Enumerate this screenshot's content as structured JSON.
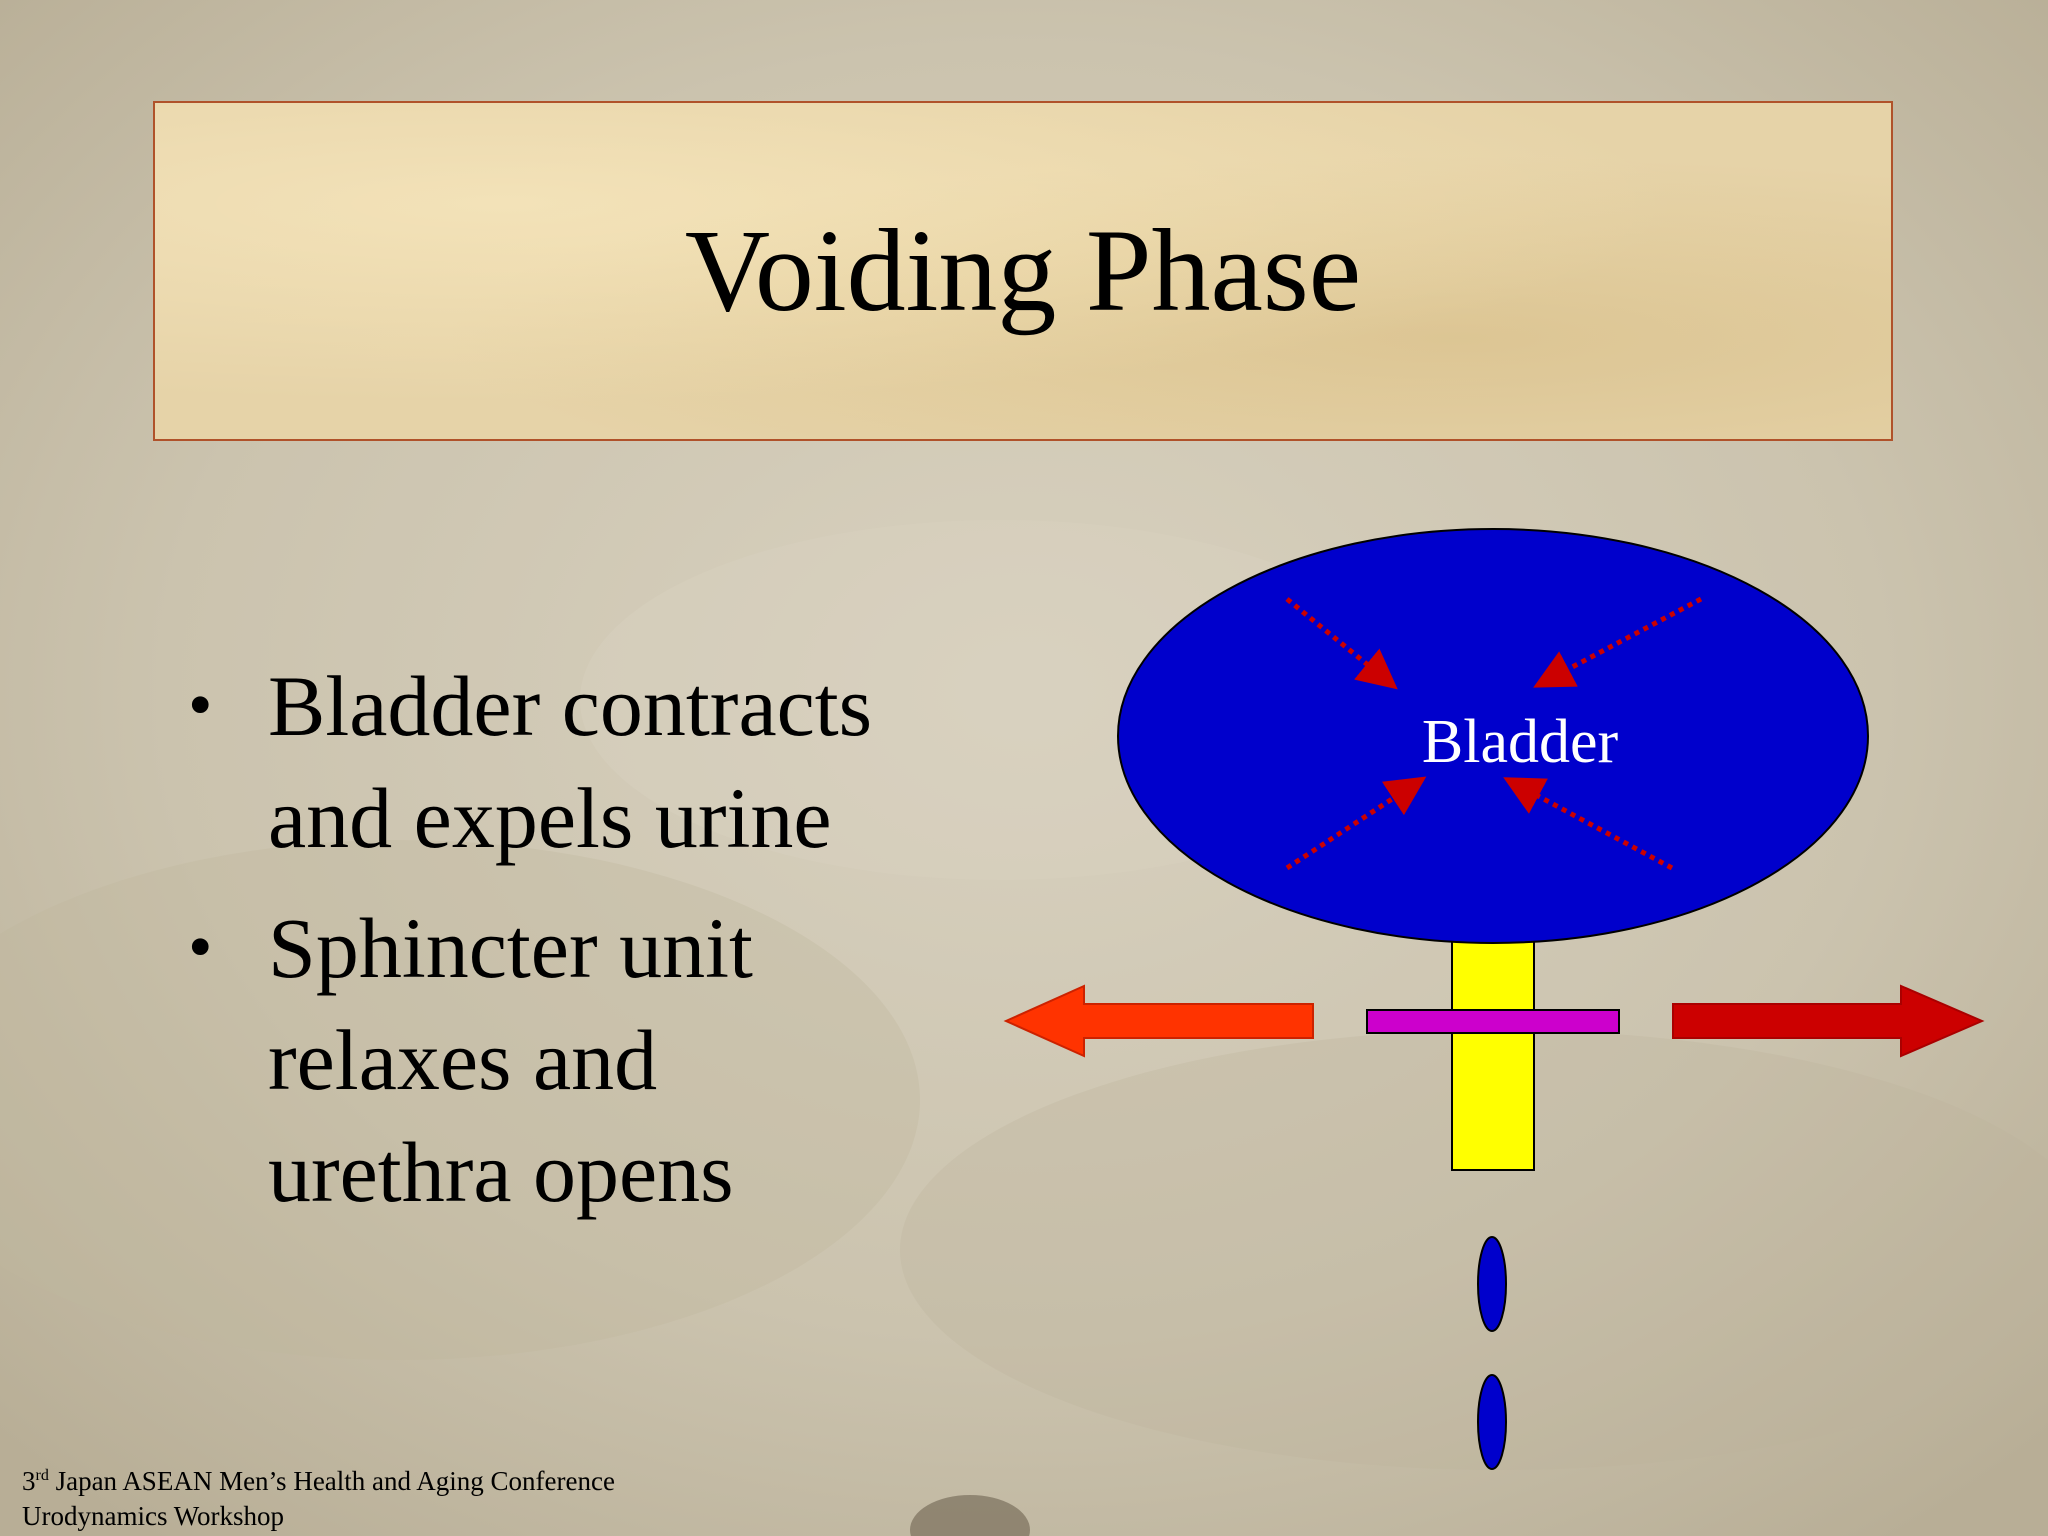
{
  "slide": {
    "title": "Voiding Phase",
    "bullets": [
      {
        "lines": [
          "Bladder contracts",
          "and expels urine"
        ]
      },
      {
        "lines": [
          "Sphincter unit",
          "relaxes and",
          "urethra opens"
        ]
      }
    ],
    "bullet_glyph": "•"
  },
  "diagram": {
    "bladder_label": "Bladder",
    "colors": {
      "bladder": "#0000cc",
      "urethra": "#ffff00",
      "sphincter": "#cc00cc",
      "arrow_left": "#ff3300",
      "arrow_right": "#cc0000",
      "contraction_arrows": "#cc0000",
      "drops": "#0000cc"
    },
    "contraction_arrow_count": 4,
    "urine_drop_count": 2
  },
  "footer": {
    "ordinal_number": "3",
    "ordinal_suffix": "rd",
    "line1_rest": " Japan ASEAN Men’s Health and Aging Conference",
    "line2": "Urodynamics Workshop"
  }
}
